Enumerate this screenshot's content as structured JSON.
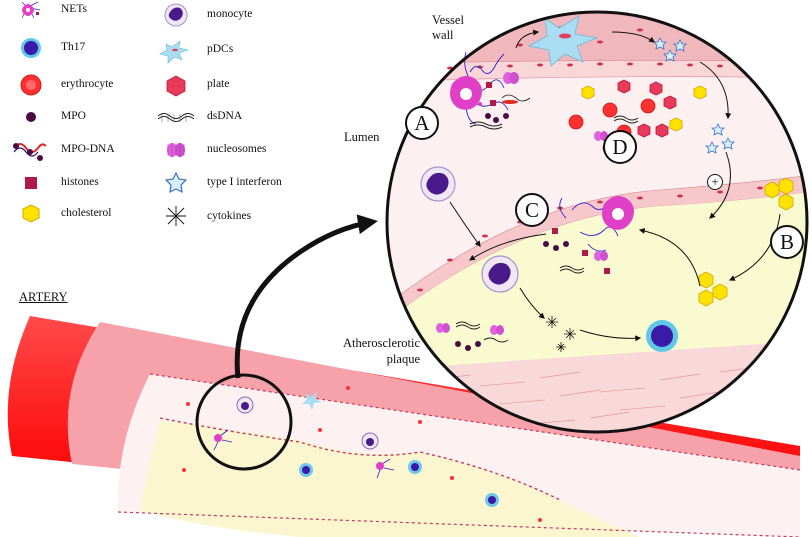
{
  "legend": [
    {
      "key": "nets",
      "label": "NETs"
    },
    {
      "key": "th17",
      "label": "Th17"
    },
    {
      "key": "erythrocyte",
      "label": "erythrocyte"
    },
    {
      "key": "mpo",
      "label": "MPO"
    },
    {
      "key": "mpo_dna",
      "label": "MPO-DNA"
    },
    {
      "key": "histones",
      "label": "histones"
    },
    {
      "key": "cholesterol",
      "label": "cholesterol"
    },
    {
      "key": "monocyte",
      "label": "monocyte"
    },
    {
      "key": "pdcs",
      "label": "pDCs"
    },
    {
      "key": "plate",
      "label": "plate"
    },
    {
      "key": "dsdna",
      "label": "dsDNA"
    },
    {
      "key": "nucleosomes",
      "label": "nucleosomes"
    },
    {
      "key": "type_i_interferon",
      "label": "type I interferon"
    },
    {
      "key": "cytokines",
      "label": "cytokines"
    }
  ],
  "labels": {
    "vessel_wall": "Vessel wall",
    "lumen": "Lumen",
    "plaque": "Atherosclerotic plaque",
    "artery": "ARTERY"
  },
  "markers": {
    "a": "A",
    "b": "B",
    "c": "C",
    "d": "D",
    "plus": "+"
  },
  "colors": {
    "vessel": "#ff1a1a",
    "vessel_inner": "#f2a0a8",
    "lumen": "#fdf0f0",
    "plaque": "#fafad0",
    "wall_band": "#f6c7c9",
    "erythrocyte": "#ff3030",
    "cholesterol": "#ffe200",
    "plate": "#e83a5a",
    "mpo": "#4b0a46",
    "monocyte_nucleus": "#4a1a8a",
    "pdc": "#a8ddf2",
    "th17_ring": "#5fc8e8",
    "net_strand": "#3020d0",
    "nucleosome": "#e060e0"
  }
}
